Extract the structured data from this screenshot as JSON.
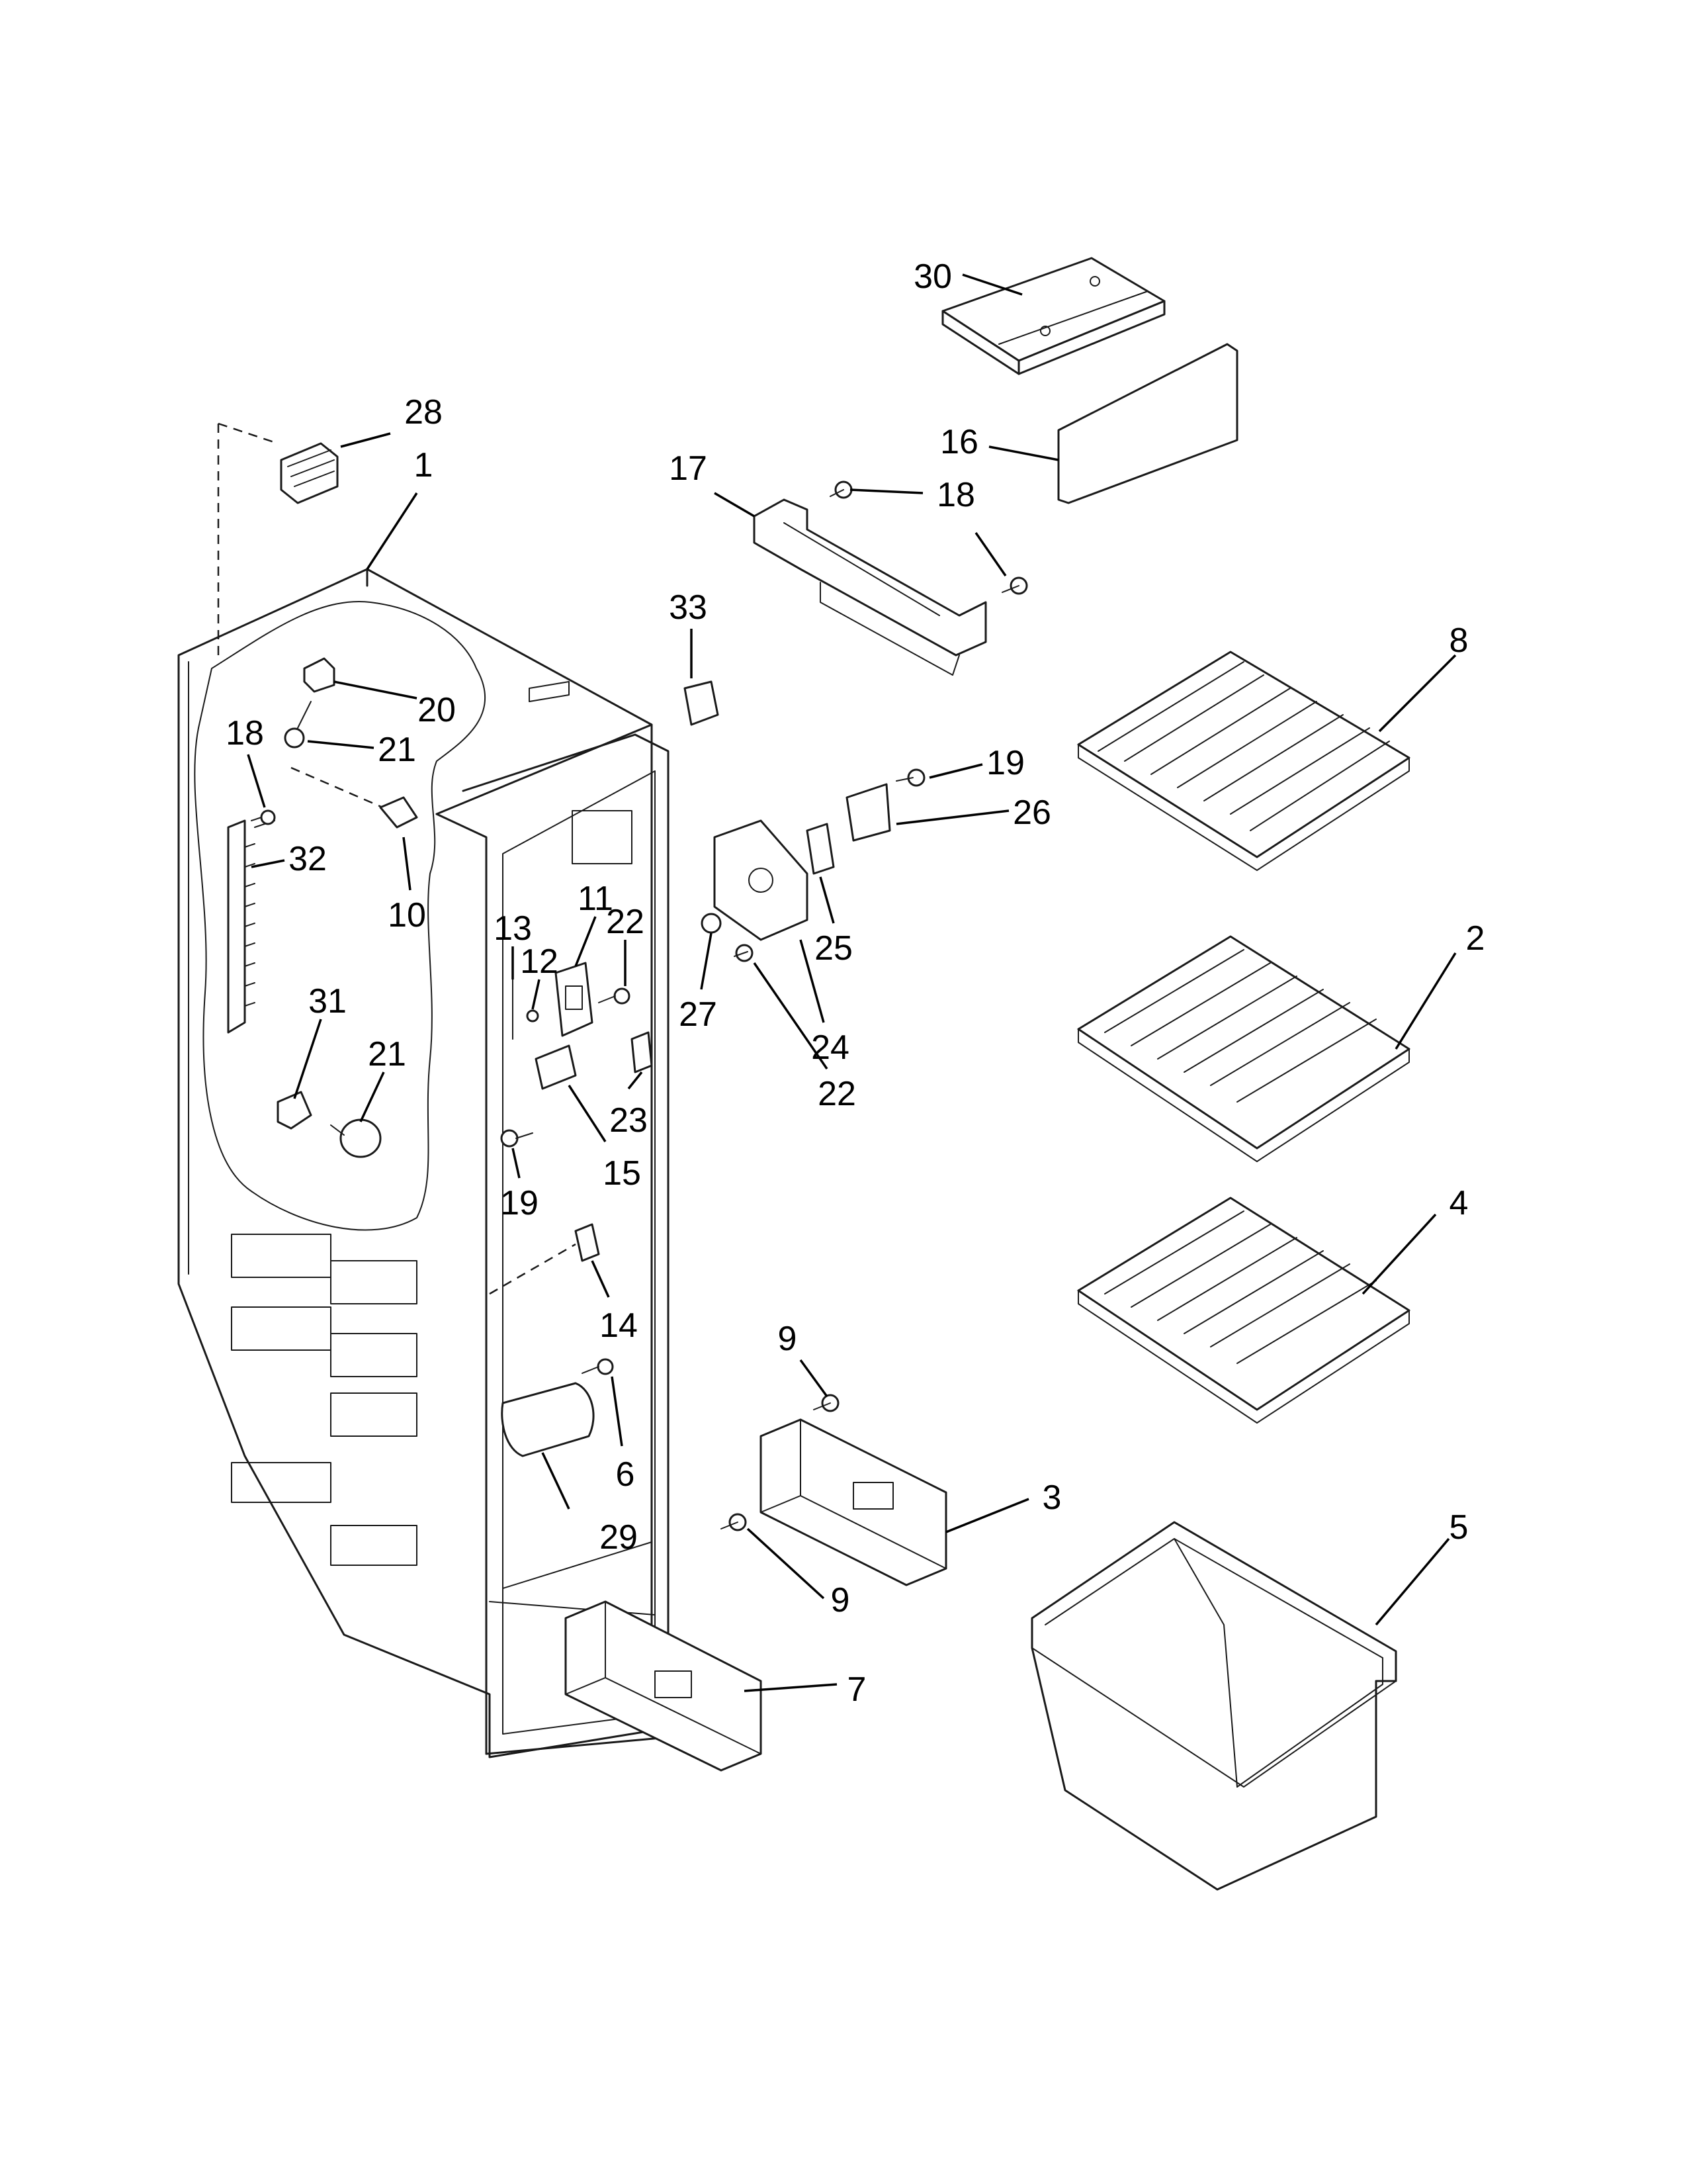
{
  "callouts": [
    {
      "id": "c30",
      "label": "30"
    },
    {
      "id": "c16",
      "label": "16"
    },
    {
      "id": "c28",
      "label": "28"
    },
    {
      "id": "c1",
      "label": "1"
    },
    {
      "id": "c17",
      "label": "17"
    },
    {
      "id": "c18a",
      "label": "18"
    },
    {
      "id": "c33",
      "label": "33"
    },
    {
      "id": "c8",
      "label": "8"
    },
    {
      "id": "c20",
      "label": "20"
    },
    {
      "id": "c21a",
      "label": "21"
    },
    {
      "id": "c18b",
      "label": "18"
    },
    {
      "id": "c19a",
      "label": "19"
    },
    {
      "id": "c26",
      "label": "26"
    },
    {
      "id": "c32",
      "label": "32"
    },
    {
      "id": "c10",
      "label": "10"
    },
    {
      "id": "c11",
      "label": "11"
    },
    {
      "id": "c13",
      "label": "13"
    },
    {
      "id": "c12",
      "label": "12"
    },
    {
      "id": "c22a",
      "label": "22"
    },
    {
      "id": "c25",
      "label": "25"
    },
    {
      "id": "c2",
      "label": "2"
    },
    {
      "id": "c27",
      "label": "27"
    },
    {
      "id": "c24",
      "label": "24"
    },
    {
      "id": "c31",
      "label": "31"
    },
    {
      "id": "c21b",
      "label": "21"
    },
    {
      "id": "c23",
      "label": "23"
    },
    {
      "id": "c22b",
      "label": "22"
    },
    {
      "id": "c15",
      "label": "15"
    },
    {
      "id": "c19b",
      "label": "19"
    },
    {
      "id": "c4",
      "label": "4"
    },
    {
      "id": "c14",
      "label": "14"
    },
    {
      "id": "c9a",
      "label": "9"
    },
    {
      "id": "c6",
      "label": "6"
    },
    {
      "id": "c3",
      "label": "3"
    },
    {
      "id": "c29",
      "label": "29"
    },
    {
      "id": "c5",
      "label": "5"
    },
    {
      "id": "c9b",
      "label": "9"
    },
    {
      "id": "c7",
      "label": "7"
    }
  ]
}
